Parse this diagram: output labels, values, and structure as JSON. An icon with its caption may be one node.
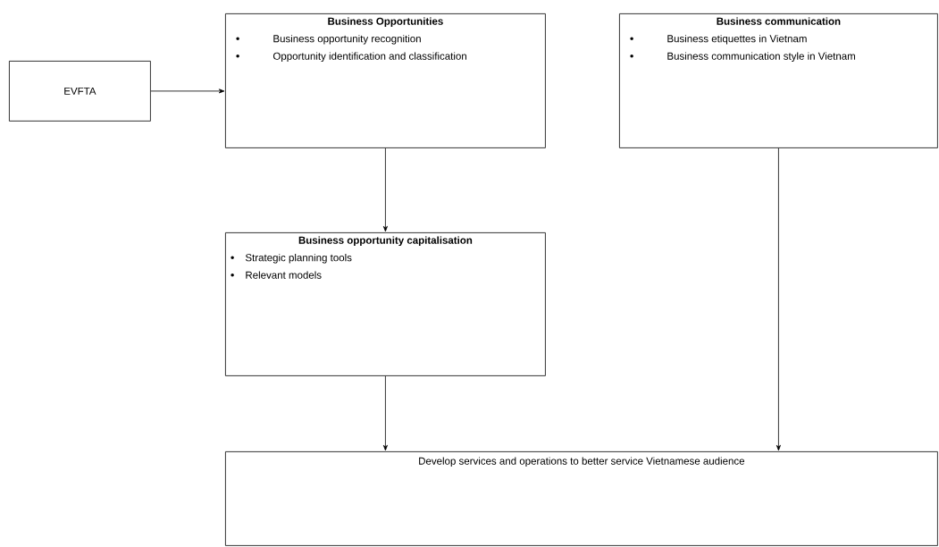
{
  "diagram": {
    "nodes": [
      {
        "text": [
          "EVFTA"
        ]
      },
      {
        "text": [
          "Business Opportunities",
          "Business opportunity recognition",
          "Opportunity identification and classification"
        ]
      },
      {
        "text": [
          "Business communication",
          "Business etiquettes in Vietnam",
          "Business communication style in Vietnam"
        ]
      },
      {
        "text": [
          "Business opportunity capitalisation",
          "Strategic planning tools",
          "Relevant models"
        ]
      },
      {
        "text": [
          "Develop services and operations to better service Vietnamese audience"
        ]
      }
    ],
    "edges": [
      {
        "from": 0,
        "to": 1,
        "arrow": "to"
      },
      {
        "from": 1,
        "to": 3,
        "arrow": "to"
      },
      {
        "from": 3,
        "to": 4,
        "arrow": "to"
      },
      {
        "from": 2,
        "to": 4,
        "arrow": "to"
      }
    ]
  }
}
